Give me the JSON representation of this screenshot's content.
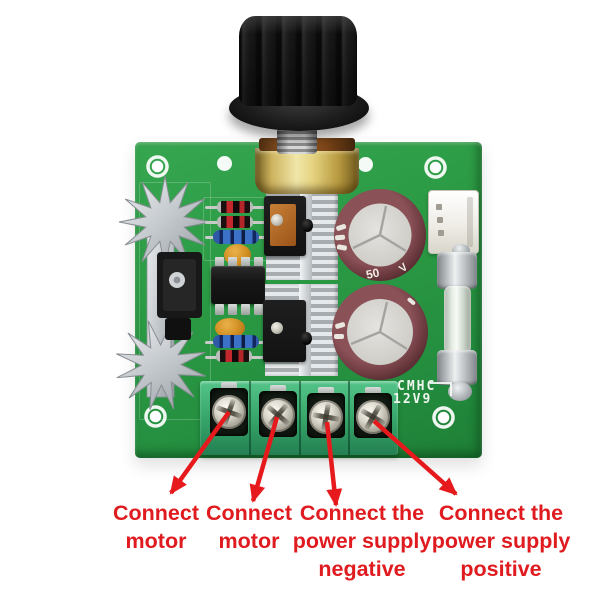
{
  "pcb": {
    "silkscreen": {
      "line1": "CMHC",
      "line2": "12V9"
    },
    "capacitor_marking": {
      "value": "50",
      "unit": "V"
    }
  },
  "annotations": {
    "labels": [
      {
        "lines": [
          "Connect",
          "motor"
        ]
      },
      {
        "lines": [
          "Connect",
          "motor"
        ]
      },
      {
        "lines": [
          "Connect the",
          "power supply",
          "negative"
        ]
      },
      {
        "lines": [
          "Connect the",
          "power supply",
          "positive"
        ]
      }
    ]
  },
  "colors": {
    "annotation_red": "#e6191c",
    "label_red": "#e01b20",
    "pcb_green": "#2f9d48",
    "terminal_green": "#3fb077",
    "knob_black": "#181818",
    "pot_gold": "#e6d482",
    "heatsink_silver": "#c3c8cc",
    "capacitor_maroon": "#5f3136",
    "copper_tab": "#b2631f"
  }
}
